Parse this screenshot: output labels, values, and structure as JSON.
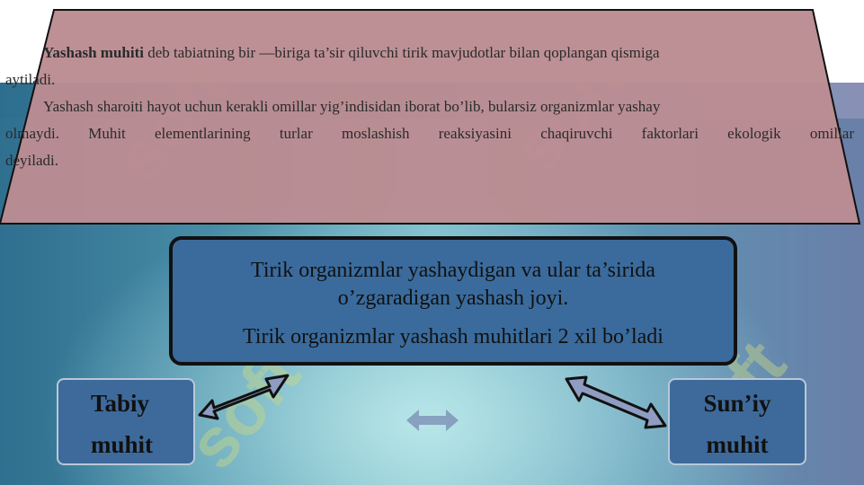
{
  "slide": {
    "definition": {
      "lead_term": "Yashash muhiti",
      "line1_rest": " deb tabiatning bir —biriga ta’sir qiluvchi tirik mavjudotlar bilan qoplangan qismiga",
      "line2": "aytiladi.",
      "para2_line1": "Yashash sharoiti hayot uchun kerakli omillar yig’indisidan iborat bo’lib, bularsiz organizmlar yashay",
      "para2_line2": "olmaydi. Muhit elementlarining turlar moslashish reaksiyasini chaqiruvchi faktorlari ekologik omillar",
      "para2_line3": "deyiladi."
    },
    "center_box": {
      "line1": "Tirik organizmlar yashaydigan va ular ta’sirida",
      "line2": "o’zgaradigan yashash joyi.",
      "line3": "Tirik organizmlar yashash muhitlari 2 xil bo’ladi"
    },
    "left_box": {
      "line1": "Tabiy",
      "line2": "muhit"
    },
    "right_box": {
      "line1": "Sun’iy",
      "line2": "muhit"
    },
    "watermark": "soft",
    "colors": {
      "trapezoid_fill": "#bb8c92",
      "box_fill": "#3a6b9c",
      "arrow_fill": "#8e9dc1"
    }
  }
}
